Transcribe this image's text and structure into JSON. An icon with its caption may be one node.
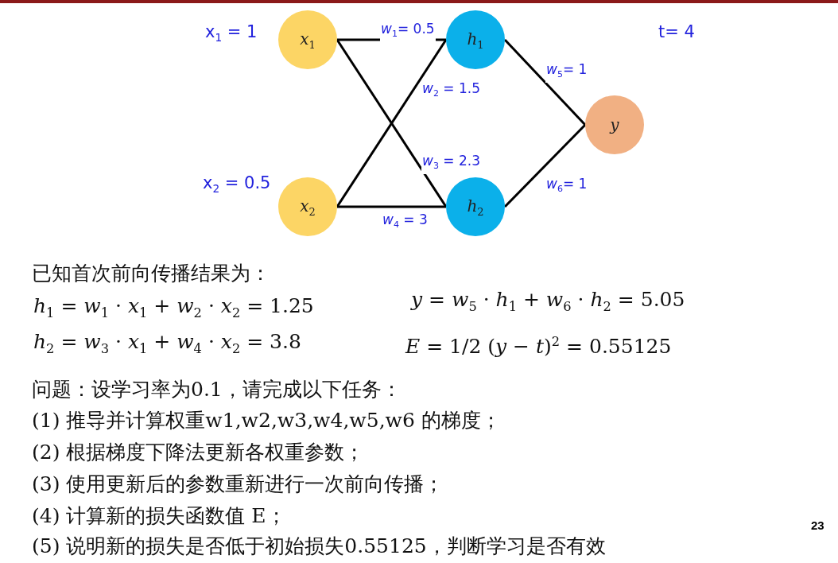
{
  "diagram": {
    "nodes": [
      {
        "text": [
          "*x*$_{1}$"
        ],
        "beside": [
          "x$_{1}$ = 1"
        ]
      },
      {
        "text": [
          "*x*$_{2}$"
        ],
        "beside": [
          "x$_{2}$ = 0.5"
        ]
      },
      {
        "text": [
          "*h*$_{1}$"
        ]
      },
      {
        "text": [
          "*h*$_{2}$"
        ]
      },
      {
        "text": [
          "*y*"
        ]
      }
    ],
    "edges": [
      {
        "from": 0,
        "to": 2,
        "arrow": "none",
        "label": "*w*$_{1}$= 0.5"
      },
      {
        "from": 1,
        "to": 2,
        "arrow": "none",
        "label": "*w*$_{2}$ = 1.5"
      },
      {
        "from": 0,
        "to": 3,
        "arrow": "none",
        "label": "*w*$_{3}$ = 2.3"
      },
      {
        "from": 1,
        "to": 3,
        "arrow": "none",
        "label": "*w*$_{4}$ = 3"
      },
      {
        "from": 2,
        "to": 4,
        "arrow": "none",
        "label": "*w*$_{5}$= 1"
      },
      {
        "from": 3,
        "to": 4,
        "arrow": "none",
        "label": "*w*$_{6}$= 1"
      }
    ],
    "labels": [
      "t= 4",
      "已知首次前向传播结果为：",
      "*h*$_{1}$ = *w*$_{1}$ · *x*$_{1}$ + *w*$_{2}$ · *x*$_{2}$ = 1.25",
      "*y* = *w*$_{5}$ · *h*$_{1}$ + *w*$_{6}$ · *h*$_{2}$ = 5.05",
      "*h*$_{2}$ = *w*$_{3}$ · *x*$_{1}$ + *w*$_{4}$ · *x*$_{2}$ = 3.8",
      "*E* = 1/2 (*y* − *t*)$^{2}$ = 0.55125",
      "问题：设学习率为0.1，请完成以下任务：",
      "(1) 推导并计算权重w1,w2,w3,w4,w5,w6 的梯度；",
      "(2) 根据梯度下降法更新各权重参数；",
      "(3) 使用更新后的参数重新进行一次前向传播；",
      "(4) 计算新的损失函数值 E；",
      "23",
      "(5) 说明新的损失是否低于初始损失0.55125，判断学习是否有效"
    ]
  }
}
